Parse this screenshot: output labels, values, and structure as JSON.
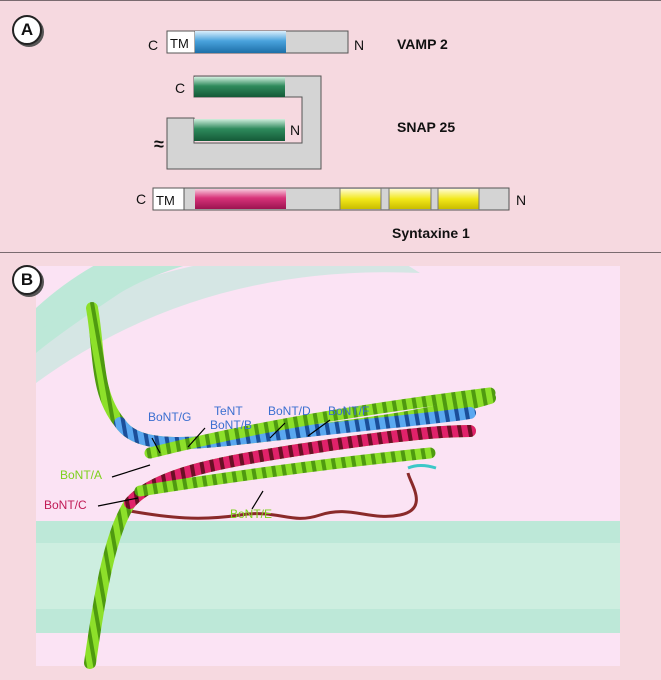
{
  "panel_a": {
    "badge": "A",
    "vamp2": {
      "c": "C",
      "tm": "TM",
      "n": "N",
      "title": "VAMP 2"
    },
    "snap25": {
      "c": "C",
      "n": "N",
      "link": "≈",
      "title": "SNAP 25"
    },
    "syntaxin": {
      "c": "C",
      "tm": "TM",
      "n": "N",
      "title": "Syntaxine 1"
    }
  },
  "panel_b": {
    "badge": "B",
    "labels": {
      "bont_g": "BoNT/G",
      "tent": "TeNT",
      "bont_b": "BoNT/B",
      "bont_d": "BoNT/D",
      "bont_f": "BoNT/F",
      "bont_a": "BoNT/A",
      "bont_c": "BoNT/C",
      "bont_e": "BoNT/E"
    }
  },
  "colors": {
    "blue_helix": "#4aa3dd",
    "green_helix": "#2e8a5c",
    "pink_helix": "#d8337a",
    "yellow_helix": "#f2e81a",
    "grey_body": "#d4d4d4",
    "membrane": "#bde8d8",
    "label_blue": "#3b6fd0",
    "label_green": "#7dd11c",
    "label_red": "#c01a55"
  }
}
